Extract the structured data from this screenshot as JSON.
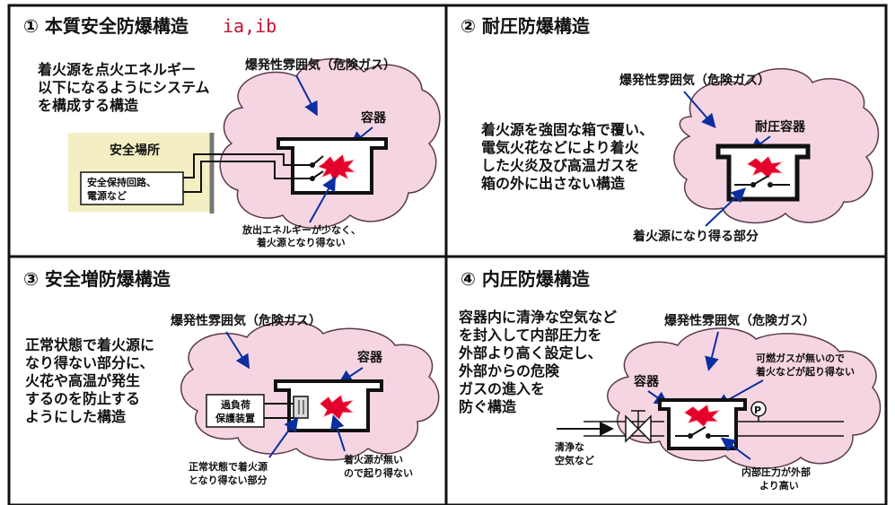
{
  "colors": {
    "cloud_fill": "#f6d5e3",
    "cloud_stroke": "#5a3a4a",
    "spark": "#e4002b",
    "arrow": "#0b2f9e",
    "safe_area_fill": "#f3efc2",
    "title_red": "#c8102e"
  },
  "panel1": {
    "title": "① 本質安全防爆構造",
    "title_suffix": "ia,ib",
    "desc": [
      "着火源を点火エネルギー",
      "以下になるようにシステム",
      "を構成する構造"
    ],
    "atmosphere": "爆発性雰囲気（危険ガス）",
    "container": "容器",
    "safe_area": "安全場所",
    "safe_circuit": [
      "安全保持回路、",
      "電源など"
    ],
    "note": [
      "放出エネルギーが少なく、",
      "着火源となり得ない"
    ]
  },
  "panel2": {
    "title": "② 耐圧防爆構造",
    "atmosphere": "爆発性雰囲気（危険ガス）",
    "container": "耐圧容器",
    "desc": [
      "着火源を強固な箱で覆い、",
      "電気火花などにより着火",
      "した火炎及び高温ガスを",
      "箱の外に出さない構造"
    ],
    "note": "着火源になり得る部分"
  },
  "panel3": {
    "title": "③ 安全増防爆構造",
    "atmosphere": "爆発性雰囲気（危険ガス）",
    "desc": [
      "正常状態で着火源に",
      "なり得ない部分に、",
      "火花や高温が発生",
      "するのを防止する",
      "ようにした構造"
    ],
    "container": "容器",
    "overload": [
      "過負荷",
      "保護装置"
    ],
    "note_left": [
      "正常状態で着火源",
      "となり得ない部分"
    ],
    "note_right": [
      "着火源が無い",
      "ので起り得ない"
    ]
  },
  "panel4": {
    "title": "④ 内圧防爆構造",
    "desc": [
      "容器内に清浄な空気など",
      "を封入して内部圧力を",
      "外部より高く設定し、",
      "外部からの危険",
      "ガスの進入を",
      "防ぐ構造"
    ],
    "atmosphere": "爆発性雰囲気（危険ガス）",
    "container": "容器",
    "gas_note": [
      "可燃ガスが無いので",
      "着火などが起り得ない"
    ],
    "pressure_symbol": "P",
    "clean_air": [
      "清浄な",
      "空気など"
    ],
    "pressure_note": [
      "内部圧力が外部",
      "より高い"
    ]
  }
}
